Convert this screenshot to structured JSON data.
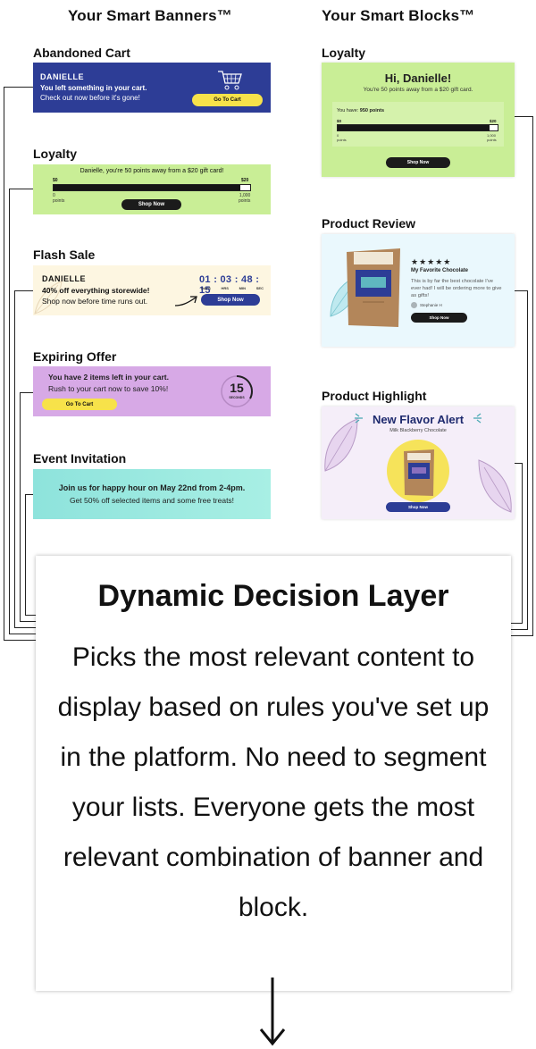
{
  "headers": {
    "banners": "Your Smart Banners™",
    "blocks": "Your Smart Blocks™"
  },
  "banners": {
    "abandoned_cart": {
      "label": "Abandoned Cart",
      "name": "DANIELLE",
      "line1": "You left something in your cart.",
      "line2": "Check out now before it's gone!",
      "button": "Go To Cart",
      "bg": "#2d3d96"
    },
    "loyalty": {
      "label": "Loyalty",
      "message": "Danielle, you're 50 points away from a $20 gift card!",
      "min_value": "$0",
      "max_value": "$20",
      "min_points": "0",
      "min_unit": "points",
      "max_points": "1,000",
      "max_unit": "points",
      "progress": 0.95,
      "button": "Shop Now",
      "bg": "#c9ee96"
    },
    "flash_sale": {
      "label": "Flash Sale",
      "name": "DANIELLE",
      "line1": "40% off everything storewide!",
      "line2": "Shop now before time runs out.",
      "timer": "01 : 03 : 48 : 15",
      "units": [
        "DAYS",
        "HRS",
        "MIN",
        "SEC"
      ],
      "button": "Shop Now",
      "bg": "#fdf6e1"
    },
    "expiring_offer": {
      "label": "Expiring Offer",
      "line1": "You have 2 items left in your cart.",
      "line2": "Rush to your cart now to save 10%!",
      "button": "Go To Cart",
      "count": "15",
      "count_unit": "SECONDS",
      "bg": "#d7a9e6"
    },
    "event_invitation": {
      "label": "Event Invitation",
      "line1": "Join us for happy hour on May 22nd from 2-4pm.",
      "line2": "Get 50% off selected items and some free treats!",
      "bg": "#8ee3dc"
    }
  },
  "blocks": {
    "loyalty": {
      "label": "Loyalty",
      "greeting": "Hi, Danielle!",
      "subtitle": "You're 50 points away from a $20 gift card.",
      "have_prefix": "You have:",
      "have_value": "950 points",
      "min_value": "$0",
      "max_value": "$20",
      "min_points": "0",
      "min_unit": "points",
      "max_points": "1,000",
      "max_unit": "points",
      "progress": 0.95,
      "button": "Shop Now",
      "bg": "#c9ee96"
    },
    "product_review": {
      "label": "Product Review",
      "stars": "★★★★★",
      "title": "My Favorite Chocolate",
      "body": "This is by far the best chocolate I've ever had! I will be ordering more to give as gifts!",
      "reviewer": "Stephanie H",
      "button": "Shop Now",
      "bg": "#eaf8fd"
    },
    "product_highlight": {
      "label": "Product Highlight",
      "title": "New Flavor Alert",
      "subtitle": "Milk Blackberry Chocolate",
      "button": "Shop Now",
      "bg": "#f5eef9"
    }
  },
  "decision": {
    "title": "Dynamic Decision Layer",
    "body": "Picks the most relevant content to display based on rules you've set up in the platform. No need to segment your lists. Everyone gets the most relevant combination of banner and block."
  },
  "icons": {
    "cart": "shopping-cart-icon",
    "arrow": "arrow-down-icon"
  }
}
